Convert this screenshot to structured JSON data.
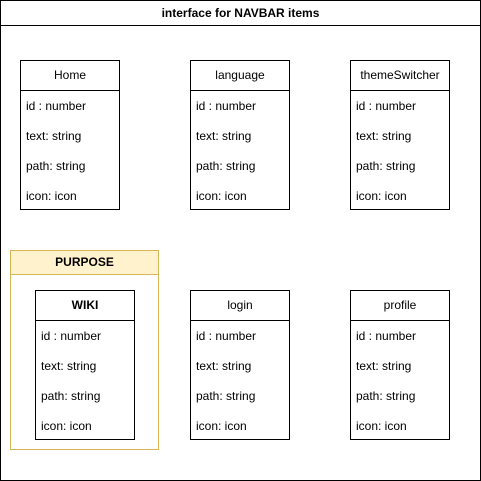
{
  "diagram": {
    "title": "interface for NAVBAR items",
    "group": {
      "label": "PURPOSE"
    },
    "entities": [
      {
        "name": "Home",
        "fields": [
          "id : number",
          "text: string",
          "path: string",
          "icon: icon"
        ]
      },
      {
        "name": "language",
        "fields": [
          "id : number",
          "text: string",
          "path: string",
          "icon: icon"
        ]
      },
      {
        "name": "themeSwitcher",
        "fields": [
          "id : number",
          "text: string",
          "path: string",
          "icon: icon"
        ]
      },
      {
        "name": "WIKI",
        "fields": [
          "id : number",
          "text: string",
          "path: string",
          "icon: icon"
        ]
      },
      {
        "name": "login",
        "fields": [
          "id : number",
          "text: string",
          "path: string",
          "icon: icon"
        ]
      },
      {
        "name": "profile",
        "fields": [
          "id : number",
          "text: string",
          "path: string",
          "icon: icon"
        ]
      }
    ],
    "colors": {
      "group_fill": "#fff2cc",
      "group_border": "#d6b656",
      "line": "#000000"
    }
  }
}
